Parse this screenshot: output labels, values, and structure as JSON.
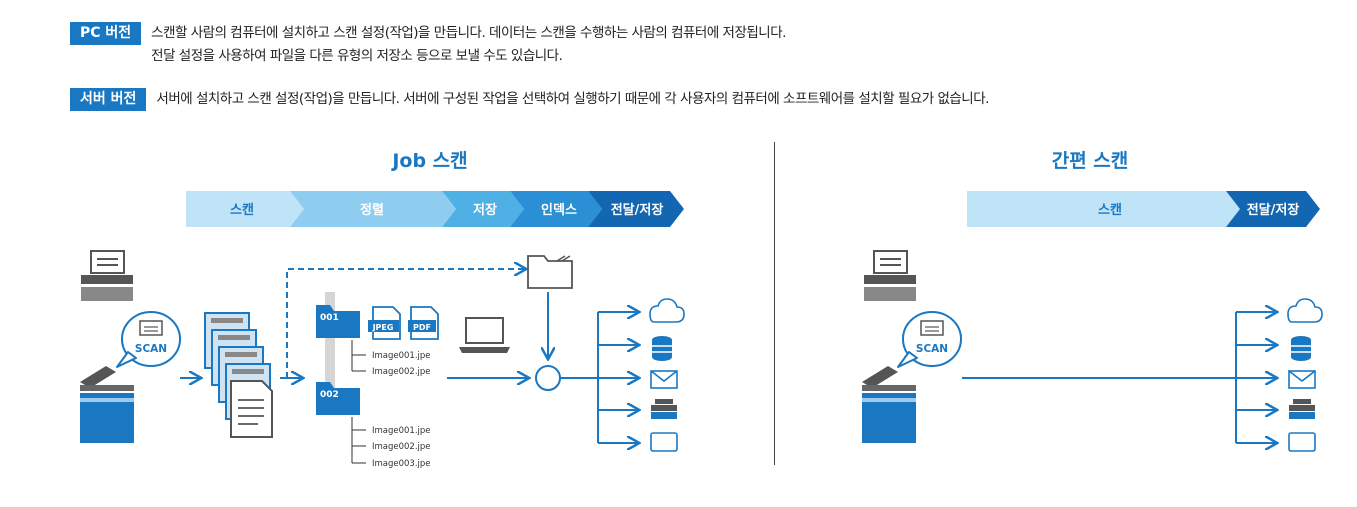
{
  "versions": [
    {
      "badge": "PC 버전",
      "lines": [
        "스캔할 사람의 컴퓨터에 설치하고 스캔 설정(작업)을 만듭니다. 데이터는 스캔을 수행하는 사람의 컴퓨터에 저장됩니다.",
        "전달 설정을 사용하여 파일을 다른 유형의 저장소 등으로 보낼 수도 있습니다."
      ]
    },
    {
      "badge": "서버 버전",
      "lines": [
        "서버에 설치하고 스캔 설정(작업)을 만듭니다. 서버에 구성된 작업을 선택하여 실행하기 때문에 각 사용자의 컴퓨터에 소프트웨어를 설치할 필요가 없습니다."
      ]
    }
  ],
  "job_scan": {
    "title": "Job 스캔",
    "steps": [
      "스캔",
      "정렬",
      "저장",
      "인덱스",
      "전달/저장"
    ],
    "scan_bubble": "SCAN",
    "folders": [
      {
        "label": "001",
        "files": [
          "Image001.jpe",
          "Image002.jpe"
        ]
      },
      {
        "label": "002",
        "files": [
          "Image001.jpe",
          "Image002.jpe",
          "Image003.jpe"
        ]
      }
    ],
    "file_types": [
      "JPEG",
      "PDF"
    ]
  },
  "easy_scan": {
    "title": "간편 스캔",
    "steps": [
      "스캔",
      "전달/저장"
    ],
    "scan_bubble": "SCAN"
  },
  "colors": {
    "accent": "#1a78c2",
    "step_light": "#bfe3f7",
    "step_mid": "#8fcdf0",
    "step_dark": "#4fb0e6",
    "step_darker": "#2a8fd4",
    "step_darkest": "#1366b1"
  },
  "icons": [
    "scanner-icon",
    "printer-icon",
    "stacked-pages-icon",
    "folder-icon",
    "laptop-icon",
    "cloud-icon",
    "database-icon",
    "mail-icon",
    "fax-icon",
    "storage-icon"
  ]
}
